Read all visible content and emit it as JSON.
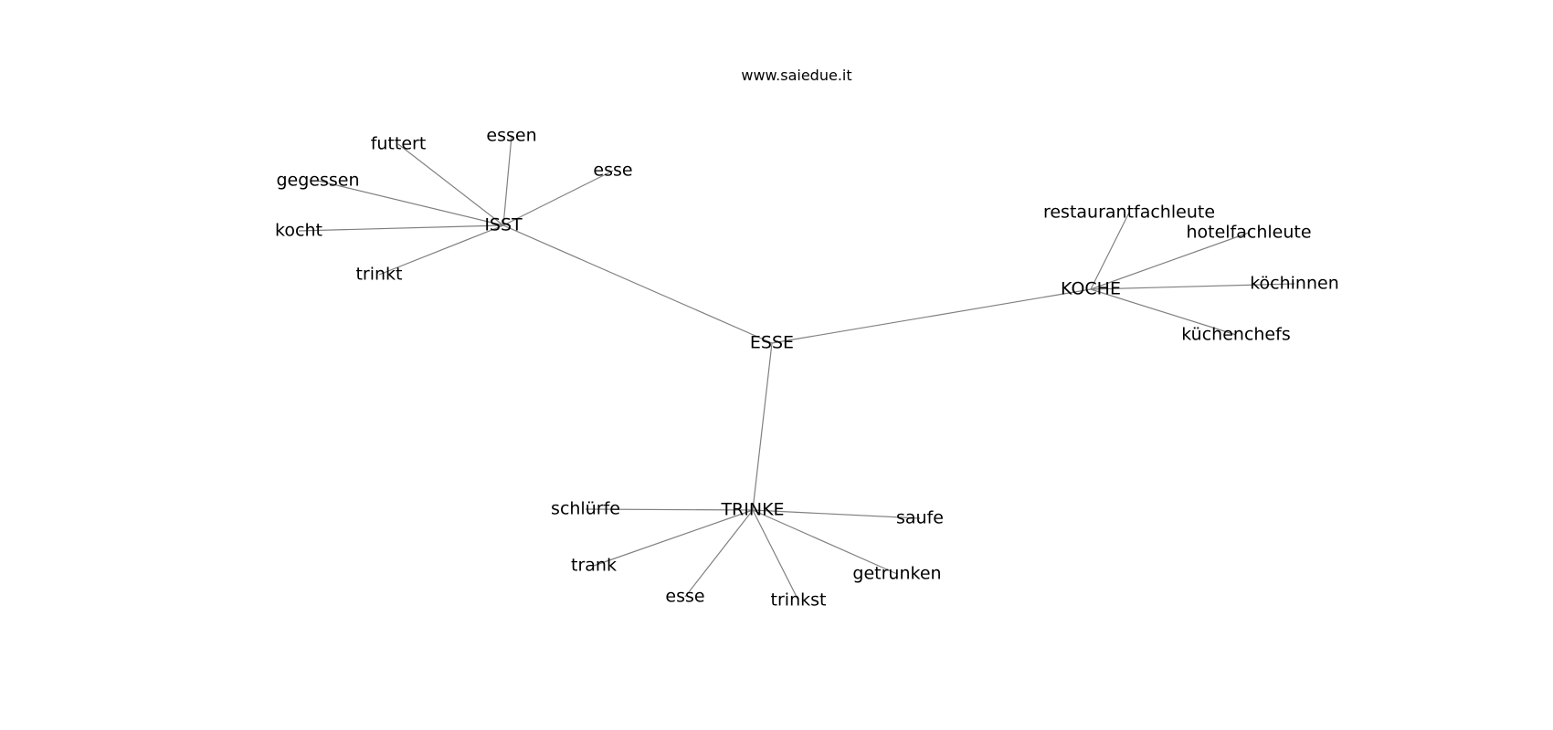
{
  "graph": {
    "source": "www.saiedue.it",
    "root": "ESSE",
    "nodes": [
      {
        "id": "ESSE",
        "label": "ESSE"
      },
      {
        "id": "ISST",
        "label": "ISST"
      },
      {
        "id": "KOCHE",
        "label": "KOCHE"
      },
      {
        "id": "TRINKE",
        "label": "TRINKE"
      },
      {
        "id": "isst_essen",
        "label": "essen"
      },
      {
        "id": "isst_futtert",
        "label": "futtert"
      },
      {
        "id": "isst_esse",
        "label": "esse"
      },
      {
        "id": "isst_gegessen",
        "label": "gegessen"
      },
      {
        "id": "isst_kocht",
        "label": "kocht"
      },
      {
        "id": "isst_trinkt",
        "label": "trinkt"
      },
      {
        "id": "koche_restaurantfachleute",
        "label": "restaurantfachleute"
      },
      {
        "id": "koche_hotelfachleute",
        "label": "hotelfachleute"
      },
      {
        "id": "koche_koechinnen",
        "label": "köchinnen"
      },
      {
        "id": "koche_kuechenchefs",
        "label": "küchenchefs"
      },
      {
        "id": "trinke_schluerfe",
        "label": "schlürfe"
      },
      {
        "id": "trinke_saufe",
        "label": "saufe"
      },
      {
        "id": "trinke_trank",
        "label": "trank"
      },
      {
        "id": "trinke_getrunken",
        "label": "getrunken"
      },
      {
        "id": "trinke_esse",
        "label": "esse"
      },
      {
        "id": "trinke_trinkst",
        "label": "trinkst"
      }
    ],
    "edges": [
      {
        "from": "ESSE",
        "to": "ISST"
      },
      {
        "from": "ESSE",
        "to": "KOCHE"
      },
      {
        "from": "ESSE",
        "to": "TRINKE"
      },
      {
        "from": "ISST",
        "to": "isst_essen"
      },
      {
        "from": "ISST",
        "to": "isst_futtert"
      },
      {
        "from": "ISST",
        "to": "isst_esse"
      },
      {
        "from": "ISST",
        "to": "isst_gegessen"
      },
      {
        "from": "ISST",
        "to": "isst_kocht"
      },
      {
        "from": "ISST",
        "to": "isst_trinkt"
      },
      {
        "from": "KOCHE",
        "to": "koche_restaurantfachleute"
      },
      {
        "from": "KOCHE",
        "to": "koche_hotelfachleute"
      },
      {
        "from": "KOCHE",
        "to": "koche_koechinnen"
      },
      {
        "from": "KOCHE",
        "to": "koche_kuechenchefs"
      },
      {
        "from": "TRINKE",
        "to": "trinke_schluerfe"
      },
      {
        "from": "TRINKE",
        "to": "trinke_saufe"
      },
      {
        "from": "TRINKE",
        "to": "trinke_trank"
      },
      {
        "from": "TRINKE",
        "to": "trinke_getrunken"
      },
      {
        "from": "TRINKE",
        "to": "trinke_esse"
      },
      {
        "from": "TRINKE",
        "to": "trinke_trinkst"
      }
    ]
  }
}
